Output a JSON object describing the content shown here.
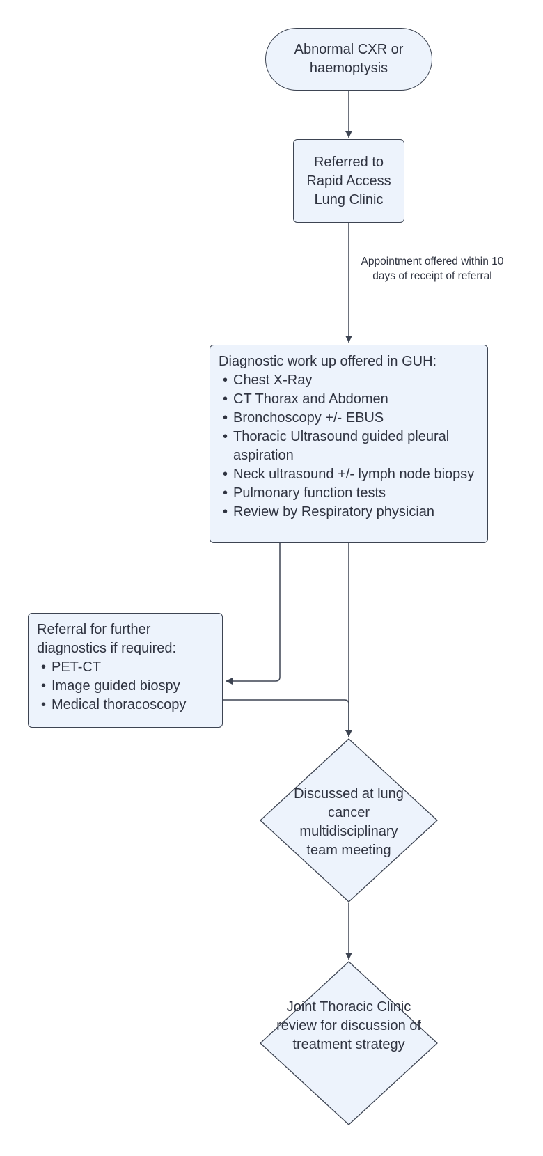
{
  "nodes": {
    "start": {
      "text": "Abnormal CXR or haemoptysis"
    },
    "referred": {
      "text": "Referred to Rapid Access Lung Clinic"
    },
    "diagnostic": {
      "title": "Diagnostic work up offered in GUH:",
      "items": [
        "Chest X-Ray",
        "CT Thorax and Abdomen",
        "Bronchoscopy +/- EBUS",
        "Thoracic Ultrasound guided pleural aspiration",
        "Neck ultrasound +/- lymph node biopsy",
        "Pulmonary function tests",
        "Review by Respiratory physician"
      ]
    },
    "further": {
      "title": "Referral for further diagnostics if required:",
      "items": [
        "PET-CT",
        "Image guided biospy",
        "Medical thoracoscopy"
      ]
    },
    "mdt": {
      "text": "Discussed at lung cancer multidisciplinary team meeting"
    },
    "joint": {
      "text": "Joint Thoracic Clinic review for discussion of treatment strategy"
    }
  },
  "edge_labels": {
    "appointment": "Appointment offered within 10 days of receipt of referral"
  },
  "colors": {
    "node_fill": "#edf3fc",
    "stroke": "#3d4452",
    "text": "#2f3340"
  }
}
